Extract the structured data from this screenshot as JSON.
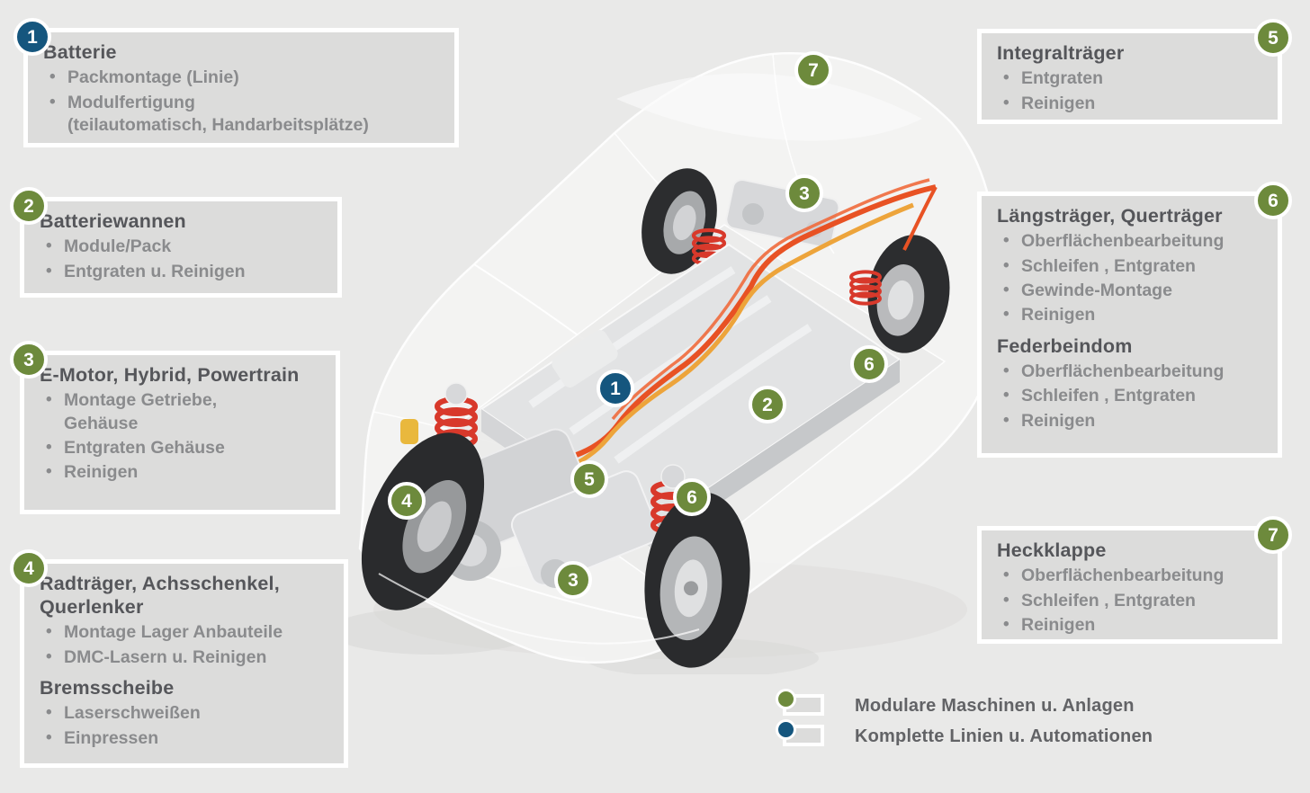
{
  "colors": {
    "page_bg": "#e9e9e8",
    "box_fill": "#dcdcdb",
    "box_border": "#ffffff",
    "title_text": "#55565a",
    "bullet_text": "#8a8b8d",
    "badge_green": "#6d8a3c",
    "badge_blue": "#15567e",
    "cable_orange": "#e85224",
    "spring_red": "#d8392b"
  },
  "boxes": [
    {
      "badge": "1",
      "sections": [
        {
          "title": "Batterie",
          "items": [
            "Packmontage (Linie)",
            "Modulfertigung\n(teilautomatisch, Handarbeitsplätze)"
          ]
        }
      ]
    },
    {
      "badge": "2",
      "sections": [
        {
          "title": "Batteriewannen",
          "items": [
            "Module/Pack",
            "Entgraten u. Reinigen"
          ]
        }
      ]
    },
    {
      "badge": "3",
      "sections": [
        {
          "title": "E-Motor, Hybrid, Powertrain",
          "items": [
            "Montage Getriebe,\nGehäuse",
            "Entgraten Gehäuse",
            "Reinigen"
          ]
        }
      ]
    },
    {
      "badge": "4",
      "sections": [
        {
          "title": "Radträger, Achsschenkel, Querlenker",
          "items": [
            "Montage Lager Anbauteile",
            "DMC-Lasern u. Reinigen"
          ]
        },
        {
          "title": "Bremsscheibe",
          "items": [
            "Laserschweißen",
            "Einpressen"
          ]
        }
      ]
    },
    {
      "badge": "5",
      "sections": [
        {
          "title": "Integralträger",
          "items": [
            "Entgraten",
            "Reinigen"
          ]
        }
      ]
    },
    {
      "badge": "6",
      "sections": [
        {
          "title": "Längsträger, Querträger",
          "items": [
            "Oberflächenbearbeitung",
            "Schleifen , Entgraten",
            "Gewinde-Montage",
            "Reinigen"
          ]
        },
        {
          "title": "Federbeindom",
          "items": [
            "Oberflächenbearbeitung",
            "Schleifen , Entgraten",
            "Reinigen"
          ]
        }
      ]
    },
    {
      "badge": "7",
      "sections": [
        {
          "title": "Heckklappe",
          "items": [
            "Oberflächenbearbeitung",
            "Schleifen , Entgraten",
            "Reinigen"
          ]
        }
      ]
    }
  ],
  "markers": [
    {
      "n": "1",
      "color": "blue"
    },
    {
      "n": "2",
      "color": "green"
    },
    {
      "n": "3",
      "color": "green"
    },
    {
      "n": "3",
      "color": "green"
    },
    {
      "n": "4",
      "color": "green"
    },
    {
      "n": "5",
      "color": "green"
    },
    {
      "n": "6",
      "color": "green"
    },
    {
      "n": "6",
      "color": "green"
    },
    {
      "n": "7",
      "color": "green"
    }
  ],
  "legend": {
    "items": [
      {
        "label": "Modulare Maschinen u. Anlagen",
        "dot_color": "#6d8a3c"
      },
      {
        "label": "Komplette Linien u. Automationen",
        "dot_color": "#15567e"
      }
    ]
  }
}
